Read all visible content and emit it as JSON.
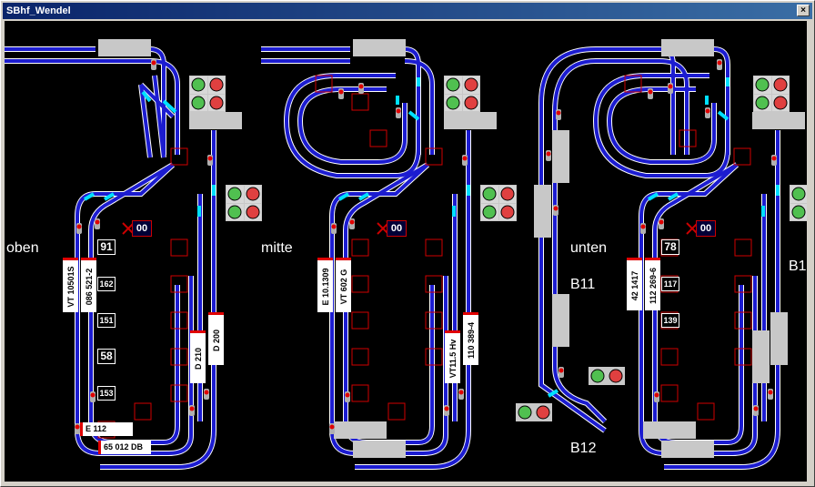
{
  "window": {
    "title": "SBhf_Wendel",
    "close_label": "×"
  },
  "colors": {
    "track": "#1c1cd0",
    "track_edge": "#ffffff",
    "cyan": "#00e0ff",
    "block": "#d00000",
    "platform": "#c8c8c8"
  },
  "labels": {
    "oben": "oben",
    "mitte": "mitte",
    "unten": "unten",
    "b11": "B11",
    "b12": "B12",
    "b1": "B1"
  },
  "trains": {
    "oben_1": "VT 10501S",
    "oben_2": "086 521-2",
    "oben_3": "D 210",
    "oben_4": "D 200",
    "oben_5": "E 112",
    "oben_6": "65 012 DB",
    "mitte_1": "E 10.1309",
    "mitte_2": "VT 602 G",
    "mitte_3": "VT11.5 Hv",
    "mitte_4": "110 389-4",
    "unten_1": "42 1417",
    "unten_2": "112 269-6"
  },
  "numbers": {
    "oben_91": "91",
    "oben_162": "162",
    "oben_151": "151",
    "oben_58": "58",
    "oben_153": "153",
    "unten_78": "78",
    "unten_117": "117",
    "unten_139": "139",
    "zero": "00"
  }
}
